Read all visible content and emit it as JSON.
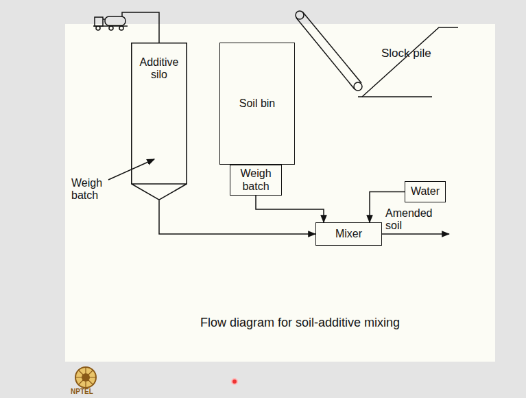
{
  "diagram": {
    "caption": "Flow diagram for soil-additive mixing",
    "nodes": [
      {
        "text": [
          "Additive silo"
        ]
      },
      {
        "text": [
          "Soil bin"
        ]
      },
      {
        "text": [
          "Weigh batch"
        ]
      },
      {
        "text": [
          "Water"
        ]
      },
      {
        "text": [
          "Mixer"
        ]
      }
    ],
    "edges": [
      {
        "from": 0,
        "to": 4,
        "arrow": "to"
      },
      {
        "from": 2,
        "to": 4,
        "arrow": "to"
      },
      {
        "from": 3,
        "to": 4,
        "arrow": "to"
      }
    ],
    "labels": [
      "Slock pile",
      "Weigh batch",
      "Amended soil",
      "NPTEL"
    ]
  }
}
